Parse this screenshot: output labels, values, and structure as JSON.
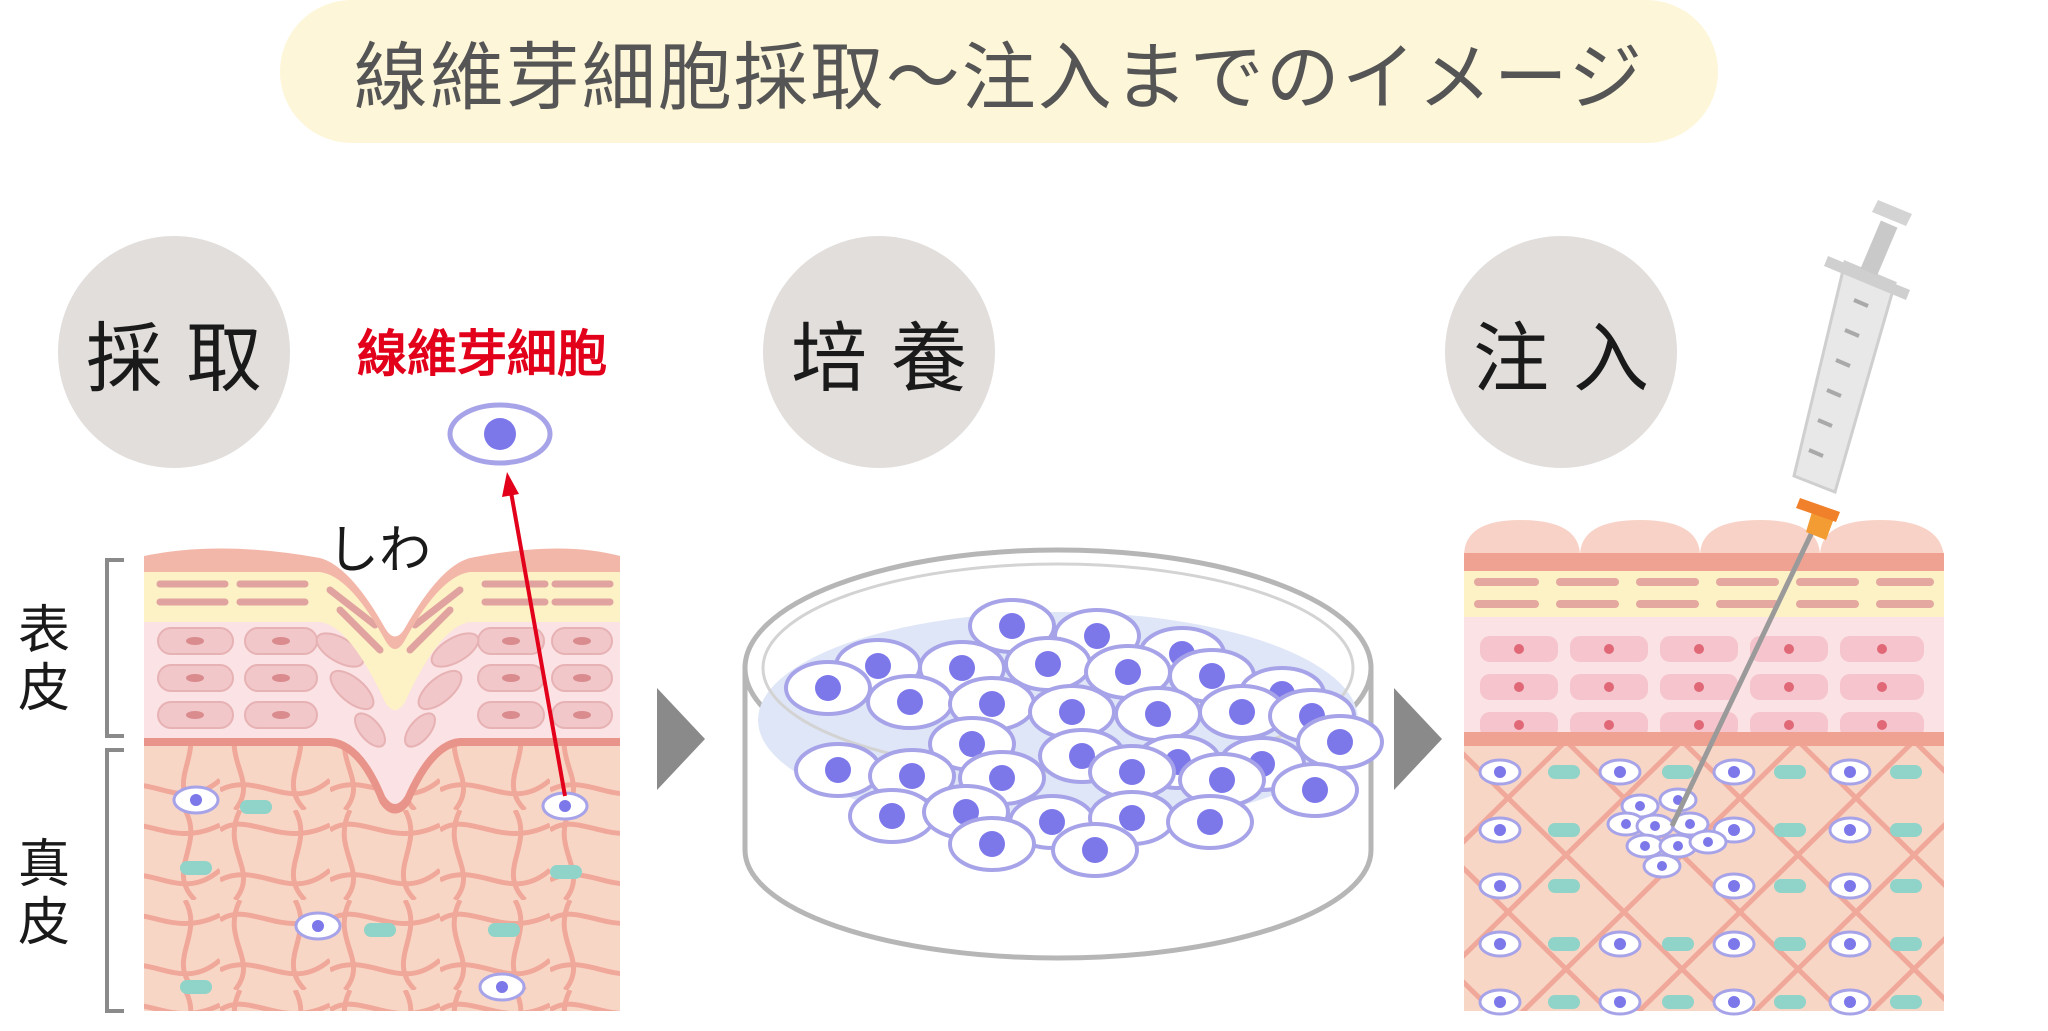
{
  "title": "線維芽細胞採取〜注入までのイメージ",
  "stages": {
    "harvest": "採取",
    "culture": "培養",
    "inject": "注入"
  },
  "labels": {
    "fibroblast": "線維芽細胞",
    "wrinkle": "しわ",
    "epidermis": "表皮",
    "dermis": "真皮"
  },
  "colors": {
    "title_bg": "#fdf6d8",
    "stage_circle": "#e2dedc",
    "highlight_red": "#e3001b",
    "cell_nucleus": "#7d78ea",
    "arrow_gray": "#8a8a8a"
  }
}
